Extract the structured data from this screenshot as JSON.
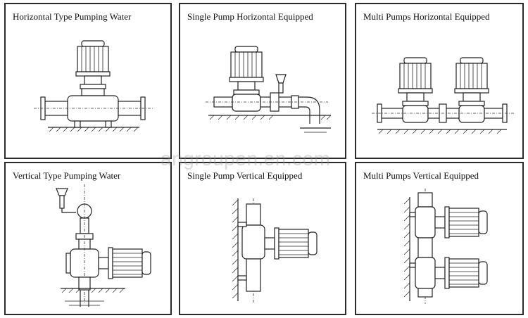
{
  "panels": [
    {
      "title": "Horizontal Type Pumping Water"
    },
    {
      "title": "Single Pump Horizontal Equipped"
    },
    {
      "title": "Multi Pumps Horizontal Equipped"
    },
    {
      "title": "Vertical Type Pumping Water"
    },
    {
      "title": "Single Pump Vertical Equipped"
    },
    {
      "title": "Multi Pumps Vertical Equipped"
    }
  ],
  "watermark": "angroupen.en.com",
  "colors": {
    "line": "#222222",
    "border": "#2a2a2a",
    "background": "#ffffff"
  }
}
